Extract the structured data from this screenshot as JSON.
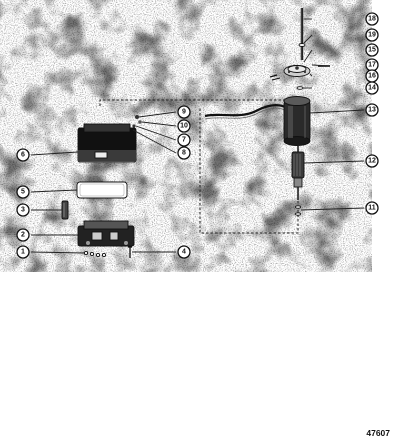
{
  "figure": {
    "figure_number": "47607",
    "callouts": [
      {
        "id": "c1",
        "label": "1"
      },
      {
        "id": "c2",
        "label": "2"
      },
      {
        "id": "c3",
        "label": "3"
      },
      {
        "id": "c4",
        "label": "4"
      },
      {
        "id": "c5",
        "label": "5"
      },
      {
        "id": "c6",
        "label": "6"
      },
      {
        "id": "c7",
        "label": "7"
      },
      {
        "id": "c8",
        "label": "8"
      },
      {
        "id": "c9",
        "label": "9"
      },
      {
        "id": "c10",
        "label": "10"
      },
      {
        "id": "c11",
        "label": "11"
      },
      {
        "id": "c12",
        "label": "12"
      },
      {
        "id": "c13",
        "label": "13"
      },
      {
        "id": "c14",
        "label": "14"
      },
      {
        "id": "c15",
        "label": "15"
      },
      {
        "id": "c16",
        "label": "16"
      },
      {
        "id": "c17",
        "label": "17"
      },
      {
        "id": "c18",
        "label": "18"
      },
      {
        "id": "c19",
        "label": "19"
      }
    ]
  }
}
